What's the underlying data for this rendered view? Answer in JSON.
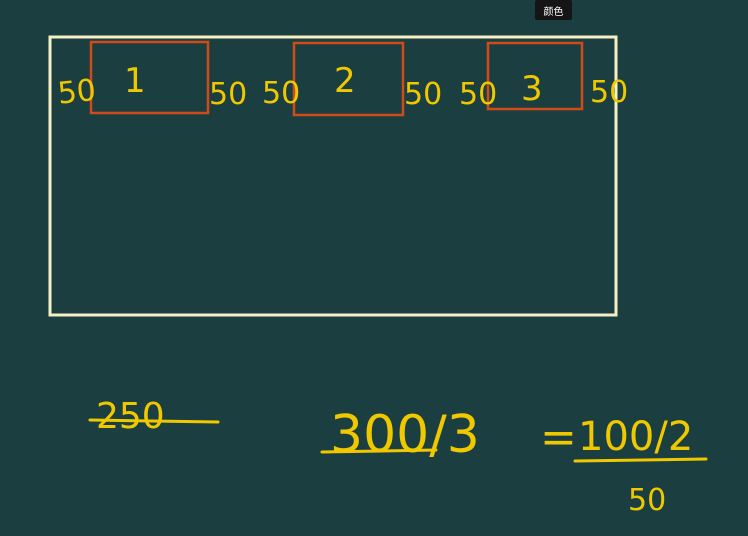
{
  "toolbar": {
    "tooltip_text": "颜色"
  },
  "colors": {
    "board_background": "#1b3f40",
    "container_stroke": "#f5efc4",
    "box_stroke": "#d24a1a",
    "ink": "#f0c800"
  },
  "boxes": [
    {
      "label": "1"
    },
    {
      "label": "2"
    },
    {
      "label": "3"
    }
  ],
  "margins": [
    "50",
    "50",
    "50",
    "50",
    "50",
    "50"
  ],
  "notes": {
    "crossed_out": "250",
    "equation_left": "300/3",
    "equation_equals": "=",
    "equation_right": "100/2",
    "result": "50"
  }
}
